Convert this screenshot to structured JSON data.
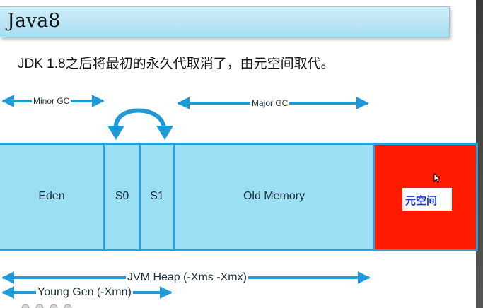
{
  "title": "Java8",
  "subtitle": "JDK 1.8之后将最初的永久代取消了，由元空间取代。",
  "gc": {
    "minor_label": "Minor GC",
    "major_label": "Major GC"
  },
  "regions": {
    "eden": "Eden",
    "s0": "S0",
    "s1": "S1",
    "old": "Old Memory",
    "metaspace": "元空间"
  },
  "spans": {
    "heap": "JVM Heap (-Xms -Xmx)",
    "young": "Young Gen (-Xmn)"
  },
  "colors": {
    "heap_fill": "#9adff4",
    "heap_border": "#2b9fd8",
    "metaspace_fill": "#ff1b00",
    "metaspace_text": "#1a37c4",
    "title_bar": "#b8e6f7"
  },
  "icons": {
    "cursor": "mouse-pointer-icon",
    "swap": "curved-swap-arrow-icon"
  }
}
